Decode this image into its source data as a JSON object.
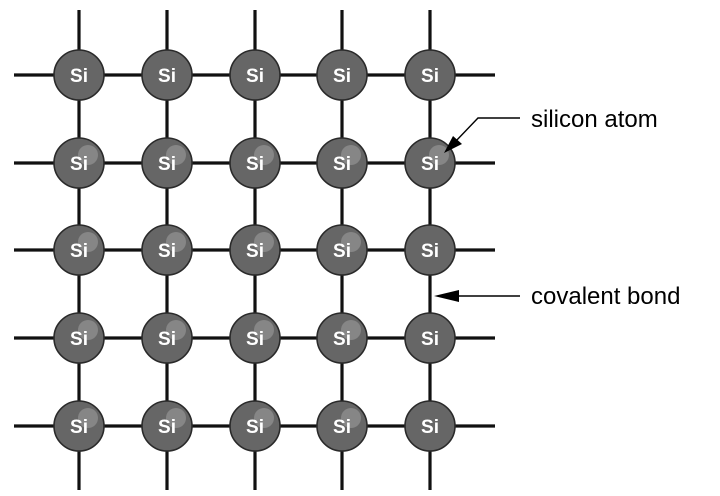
{
  "lattice": {
    "rows": 5,
    "cols": 5,
    "atom_label": "Si"
  },
  "atoms": [
    {
      "row": 0,
      "col": 0,
      "label": "Si",
      "shine": false
    },
    {
      "row": 0,
      "col": 1,
      "label": "Si",
      "shine": false
    },
    {
      "row": 0,
      "col": 2,
      "label": "Si",
      "shine": false
    },
    {
      "row": 0,
      "col": 3,
      "label": "Si",
      "shine": false
    },
    {
      "row": 0,
      "col": 4,
      "label": "Si",
      "shine": false
    },
    {
      "row": 1,
      "col": 0,
      "label": "Si",
      "shine": true
    },
    {
      "row": 1,
      "col": 1,
      "label": "Si",
      "shine": true
    },
    {
      "row": 1,
      "col": 2,
      "label": "Si",
      "shine": true
    },
    {
      "row": 1,
      "col": 3,
      "label": "Si",
      "shine": true
    },
    {
      "row": 1,
      "col": 4,
      "label": "Si",
      "shine": true
    },
    {
      "row": 2,
      "col": 0,
      "label": "Si",
      "shine": true
    },
    {
      "row": 2,
      "col": 1,
      "label": "Si",
      "shine": true
    },
    {
      "row": 2,
      "col": 2,
      "label": "Si",
      "shine": true
    },
    {
      "row": 2,
      "col": 3,
      "label": "Si",
      "shine": true
    },
    {
      "row": 2,
      "col": 4,
      "label": "Si",
      "shine": false
    },
    {
      "row": 3,
      "col": 0,
      "label": "Si",
      "shine": true
    },
    {
      "row": 3,
      "col": 1,
      "label": "Si",
      "shine": true
    },
    {
      "row": 3,
      "col": 2,
      "label": "Si",
      "shine": true
    },
    {
      "row": 3,
      "col": 3,
      "label": "Si",
      "shine": true
    },
    {
      "row": 3,
      "col": 4,
      "label": "Si",
      "shine": false
    },
    {
      "row": 4,
      "col": 0,
      "label": "Si",
      "shine": true
    },
    {
      "row": 4,
      "col": 1,
      "label": "Si",
      "shine": true
    },
    {
      "row": 4,
      "col": 2,
      "label": "Si",
      "shine": true
    },
    {
      "row": 4,
      "col": 3,
      "label": "Si",
      "shine": true
    },
    {
      "row": 4,
      "col": 4,
      "label": "Si",
      "shine": false
    }
  ],
  "callouts": {
    "atom": "silicon atom",
    "bond": "covalent bond"
  },
  "colors": {
    "atom_fill": "#666666",
    "atom_highlight": "#8a8a8a",
    "bond": "#111111",
    "label": "#ffffff"
  }
}
